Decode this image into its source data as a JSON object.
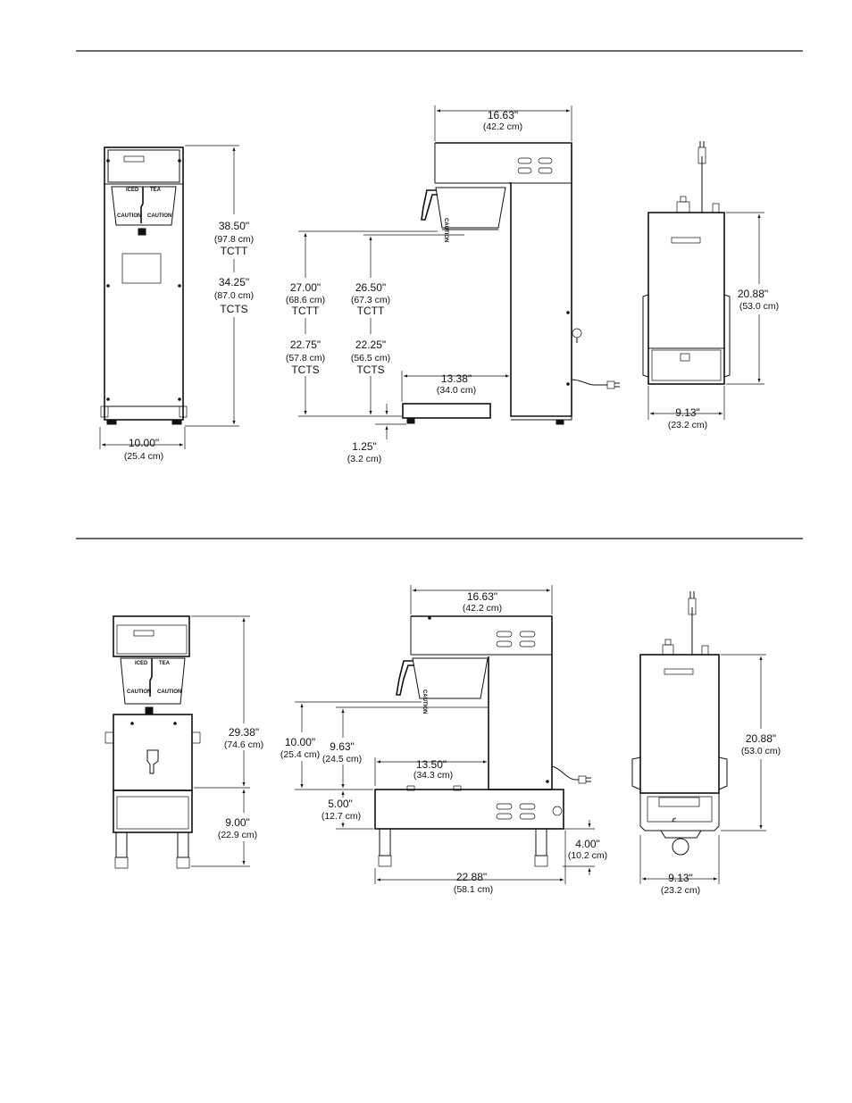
{
  "top_section": {
    "front": {
      "height": {
        "in": "38.50\"",
        "cm": "(97.8 cm)",
        "model": "TCTT"
      },
      "height_alt": {
        "in": "34.25\"",
        "cm": "(87.0 cm)",
        "model": "TCTS"
      },
      "width": {
        "in": "10.00\"",
        "cm": "(25.4 cm)"
      },
      "labels": {
        "iced": "ICED",
        "tea": "TEA",
        "caution1": "CAUTION",
        "caution2": "CAUTION"
      }
    },
    "side": {
      "top_width": {
        "in": "16.63\"",
        "cm": "(42.2 cm)"
      },
      "clear_a": {
        "in": "27.00\"",
        "cm": "(68.6 cm)",
        "model": "TCTT"
      },
      "clear_a_alt": {
        "in": "22.75\"",
        "cm": "(57.8 cm)",
        "model": "TCTS"
      },
      "clear_b": {
        "in": "26.50\"",
        "cm": "(67.3 cm)",
        "model": "TCTT"
      },
      "clear_b_alt": {
        "in": "22.25\"",
        "cm": "(56.5 cm)",
        "model": "TCTS"
      },
      "base_depth": {
        "in": "13.38\"",
        "cm": "(34.0 cm)"
      },
      "foot": {
        "in": "1.25\"",
        "cm": "(3.2 cm)"
      },
      "label": "CAUTION"
    },
    "back": {
      "height": {
        "in": "20.88\"",
        "cm": "(53.0 cm)"
      },
      "width": {
        "in": "9.13\"",
        "cm": "(23.2 cm)"
      }
    }
  },
  "bottom_section": {
    "front": {
      "height": {
        "in": "29.38\"",
        "cm": "(74.6 cm)"
      },
      "stand": {
        "in": "9.00\"",
        "cm": "(22.9 cm)"
      },
      "labels": {
        "iced": "ICED",
        "tea": "TEA",
        "caution1": "CAUTION",
        "caution2": "CAUTION"
      }
    },
    "side": {
      "top_width": {
        "in": "16.63\"",
        "cm": "(42.2 cm)"
      },
      "clear_a": {
        "in": "10.00\"",
        "cm": "(25.4 cm)"
      },
      "clear_b": {
        "in": "9.63\"",
        "cm": "(24.5 cm)"
      },
      "base_depth": {
        "in": "13.50\"",
        "cm": "(34.3 cm)"
      },
      "stand_height": {
        "in": "5.00\"",
        "cm": "(12.7 cm)"
      },
      "leg": {
        "in": "4.00\"",
        "cm": "(10.2 cm)"
      },
      "overall_depth": {
        "in": "22.88\"",
        "cm": "(58.1 cm)"
      },
      "label": "CAUTION"
    },
    "back": {
      "height": {
        "in": "20.88\"",
        "cm": "(53.0 cm)"
      },
      "width": {
        "in": "9.13\"",
        "cm": "(23.2 cm)"
      }
    }
  }
}
